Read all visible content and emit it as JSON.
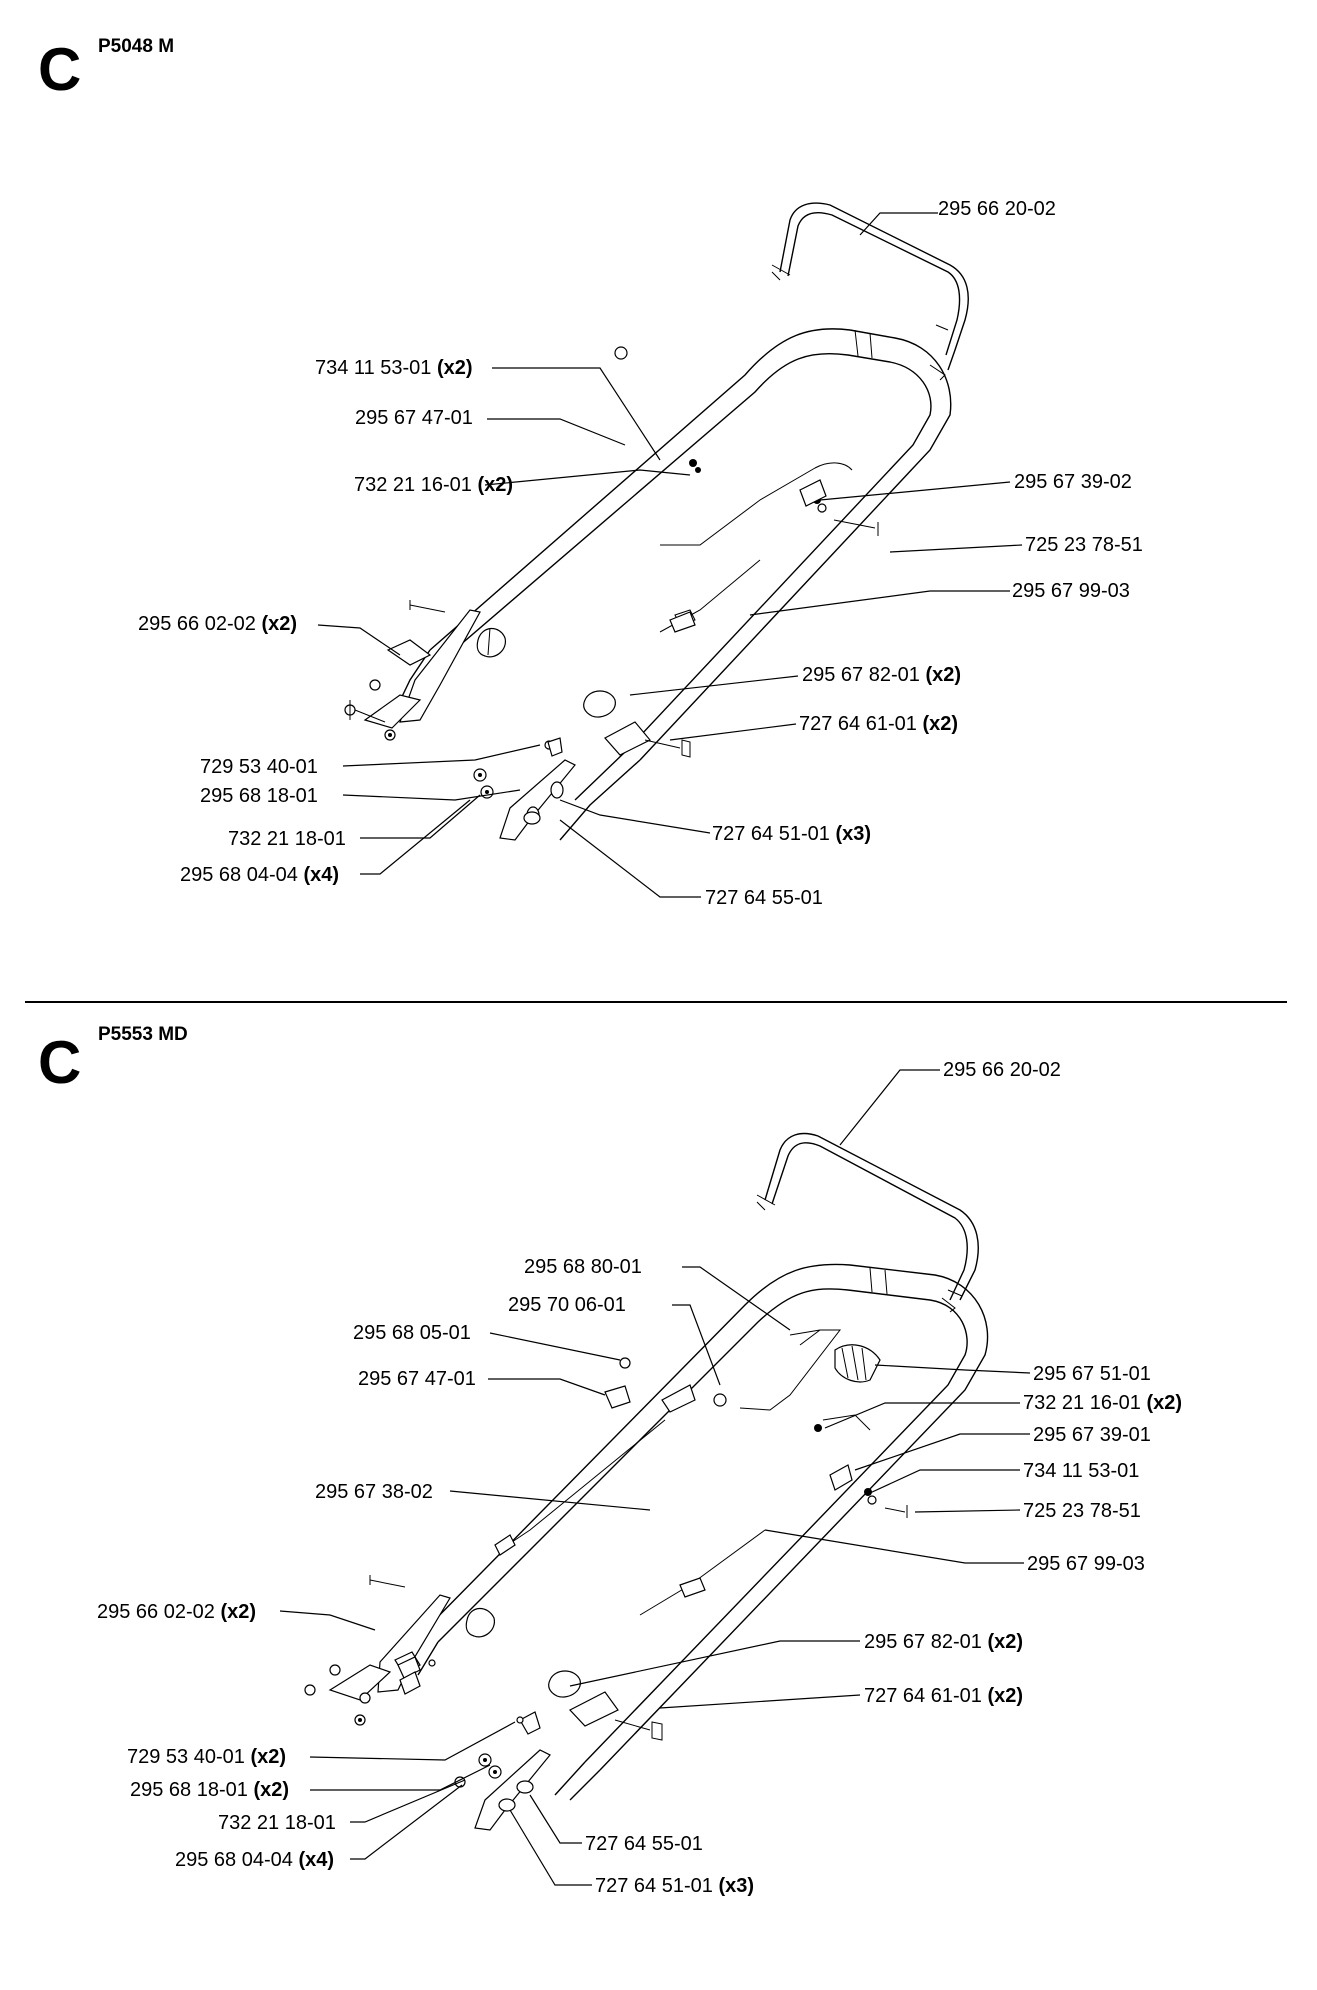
{
  "sections": [
    {
      "letter": "C",
      "model": "P5048 M",
      "parts": [
        {
          "number": "295 66 20-02",
          "qty": ""
        },
        {
          "number": "734 11 53-01",
          "qty": "(x2)"
        },
        {
          "number": "295 67 47-01",
          "qty": ""
        },
        {
          "number": "732 21 16-01",
          "qty": "(x2)"
        },
        {
          "number": "295 67 39-02",
          "qty": ""
        },
        {
          "number": "725 23 78-51",
          "qty": ""
        },
        {
          "number": "295 67 99-03",
          "qty": ""
        },
        {
          "number": "295 66 02-02",
          "qty": "(x2)"
        },
        {
          "number": "295 67 82-01",
          "qty": "(x2)"
        },
        {
          "number": "727 64 61-01",
          "qty": "(x2)"
        },
        {
          "number": "729 53 40-01",
          "qty": ""
        },
        {
          "number": "295 68 18-01",
          "qty": ""
        },
        {
          "number": "727 64 51-01",
          "qty": "(x3)"
        },
        {
          "number": "732 21 18-01",
          "qty": ""
        },
        {
          "number": "295 68 04-04",
          "qty": "(x4)"
        },
        {
          "number": "727 64 55-01",
          "qty": ""
        }
      ]
    },
    {
      "letter": "C",
      "model": "P5553 MD",
      "parts": [
        {
          "number": "295 66 20-02",
          "qty": ""
        },
        {
          "number": "295 68 80-01",
          "qty": ""
        },
        {
          "number": "295 70 06-01",
          "qty": ""
        },
        {
          "number": "295 68 05-01",
          "qty": ""
        },
        {
          "number": "295 67 51-01",
          "qty": ""
        },
        {
          "number": "295 67 47-01",
          "qty": ""
        },
        {
          "number": "732 21 16-01",
          "qty": "(x2)"
        },
        {
          "number": "295 67 39-01",
          "qty": ""
        },
        {
          "number": "734 11 53-01",
          "qty": ""
        },
        {
          "number": "295 67 38-02",
          "qty": ""
        },
        {
          "number": "725 23 78-51",
          "qty": ""
        },
        {
          "number": "295 67 99-03",
          "qty": ""
        },
        {
          "number": "295 66 02-02",
          "qty": "(x2)"
        },
        {
          "number": "295 67 82-01",
          "qty": "(x2)"
        },
        {
          "number": "727 64 61-01",
          "qty": "(x2)"
        },
        {
          "number": "729 53 40-01",
          "qty": "(x2)"
        },
        {
          "number": "295 68 18-01",
          "qty": "(x2)"
        },
        {
          "number": "727 64 55-01",
          "qty": ""
        },
        {
          "number": "732 21 18-01",
          "qty": ""
        },
        {
          "number": "295 68 04-04",
          "qty": "(x4)"
        },
        {
          "number": "727 64 51-01",
          "qty": "(x3)"
        }
      ]
    }
  ]
}
